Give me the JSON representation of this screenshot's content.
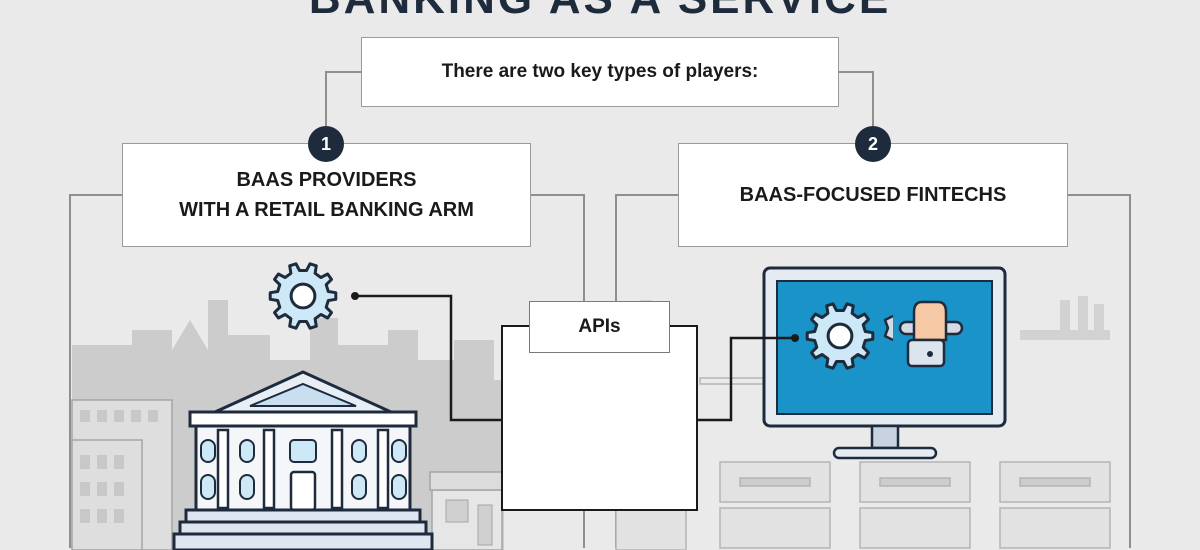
{
  "header": {
    "title": "BANKING AS A SERVICE"
  },
  "intro": {
    "text": "There are two key types of players:"
  },
  "players": [
    {
      "number": "1",
      "line1": "BAAS PROVIDERS",
      "line2": "WITH A RETAIL BANKING ARM"
    },
    {
      "number": "2",
      "label": "BAAS-FOCUSED FINTECHS"
    }
  ],
  "apis": {
    "label": "APIs"
  },
  "colors": {
    "navy": "#1e2b3c",
    "gear_fill": "#cde8f6",
    "gear_stroke": "#1e2b3c",
    "screen": "#1993c8",
    "hand": "#f6c9a4",
    "city": "#c5c5c5"
  }
}
